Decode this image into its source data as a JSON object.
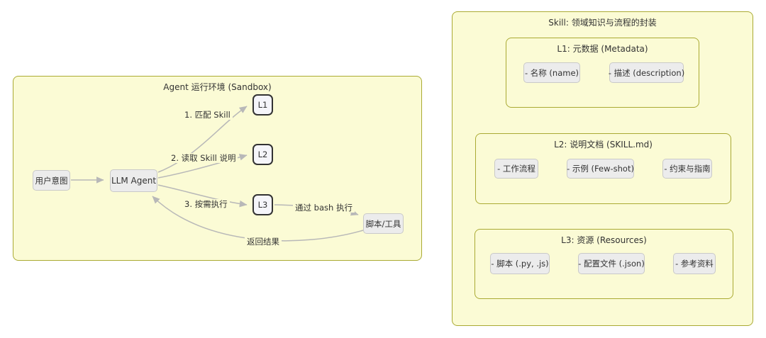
{
  "left_panel": {
    "title": "Agent 运行环境 (Sandbox)",
    "nodes": {
      "user_intent": "用户意图",
      "llm_agent": "LLM Agent",
      "l1": "L1",
      "l2": "L2",
      "l3": "L3",
      "script_tool": "脚本/工具"
    },
    "edge_labels": {
      "match_skill": "1. 匹配 Skill",
      "read_skill": "2. 读取 Skill 说明",
      "exec_on_demand": "3. 按需执行",
      "via_bash": "通过 bash 执行",
      "return_result": "返回结果"
    }
  },
  "right_panel": {
    "title": "Skill: 领域知识与流程的封装",
    "sections": [
      {
        "title": "L1: 元数据 (Metadata)",
        "items": [
          "- 名称 (name)",
          "- 描述 (description)"
        ]
      },
      {
        "title": "L2: 说明文档 (SKILL.md)",
        "items": [
          "- 工作流程",
          "- 示例 (Few-shot)",
          "- 约束与指南"
        ]
      },
      {
        "title": "L3: 资源 (Resources)",
        "items": [
          "- 脚本 (.py, .js)",
          "- 配置文件 (.json)",
          "- 参考资料"
        ]
      }
    ]
  },
  "colors": {
    "cluster_fill": "#fbfbd5",
    "cluster_border": "#aaaa33",
    "node_fill": "#ececec",
    "node_border": "#c9c9c9",
    "level_node_fill": "#f5f5fa",
    "level_node_border": "#333333",
    "edge": "#b8b8b8",
    "text": "#333333"
  }
}
